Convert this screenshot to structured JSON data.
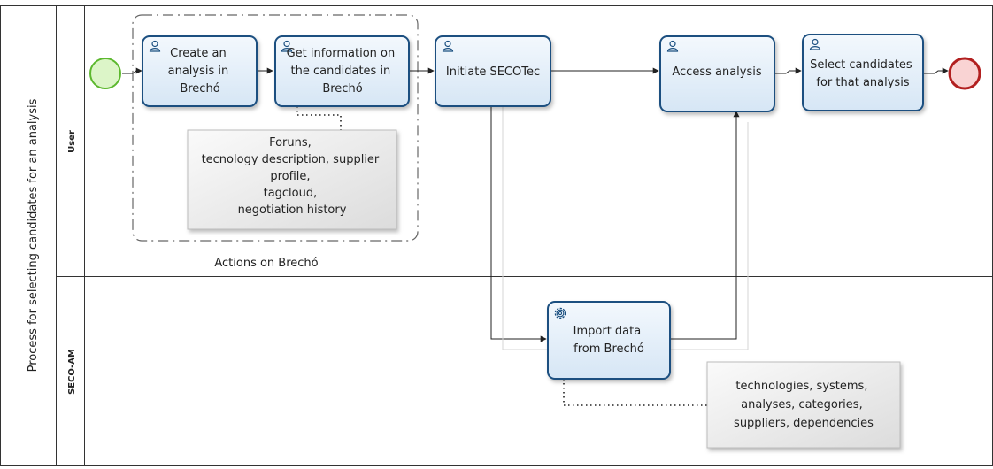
{
  "pool": {
    "label": "Process for selecting candidates for an analysis"
  },
  "lanes": {
    "user": "User",
    "seco": "SECO-AM"
  },
  "group": {
    "label": "Actions on Brechó"
  },
  "tasks": {
    "create": [
      "Create an",
      "analysis in",
      "Brechó"
    ],
    "get_info": [
      "Get information on",
      "the candidates in",
      "Brechó"
    ],
    "initiate": [
      "Initiate SECOTec"
    ],
    "access": [
      "Access analysis"
    ],
    "select": [
      "Select candidates",
      "for that analysis"
    ],
    "import": [
      "Import data",
      "from Brechó"
    ]
  },
  "notes": {
    "brecho": [
      "Foruns,",
      "tecnology description, supplier",
      "profile,",
      "tagcloud,",
      "negotiation history"
    ],
    "seco": [
      "technologies, systems,",
      "analyses, categories,",
      "suppliers, dependencies"
    ]
  },
  "colors": {
    "task_fill": "#e3eef9",
    "task_border": "#1a4f80",
    "start_fill": "#dcf5c8",
    "start_border": "#5cb82e",
    "end_fill": "#f9d3d3",
    "end_border": "#b22020",
    "note_fill": "#ececec",
    "line": "#222222"
  }
}
